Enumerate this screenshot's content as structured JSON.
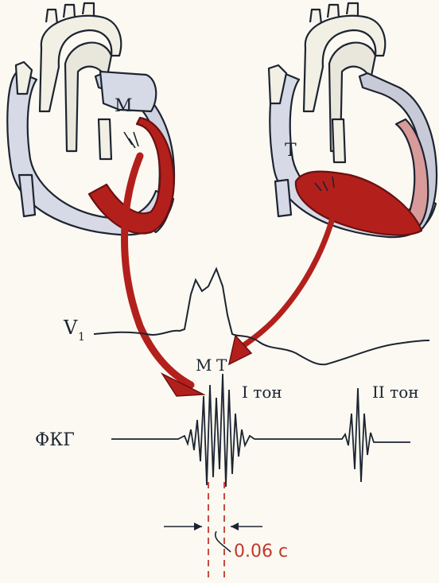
{
  "labels": {
    "mitral": "М",
    "tricuspid": "Т",
    "lead": "V",
    "lead_sub": "1",
    "pcg": "ФКГ",
    "wave_m": "М",
    "wave_t": "Т",
    "first_sound": "I тон",
    "second_sound": "II тон",
    "interval": "0.06 с"
  },
  "colors": {
    "ink": "#1c2430",
    "blood": "#b3201c",
    "venous": "#b8bcd0",
    "paper": "#fbf9f2",
    "interval": "#c0392b"
  }
}
